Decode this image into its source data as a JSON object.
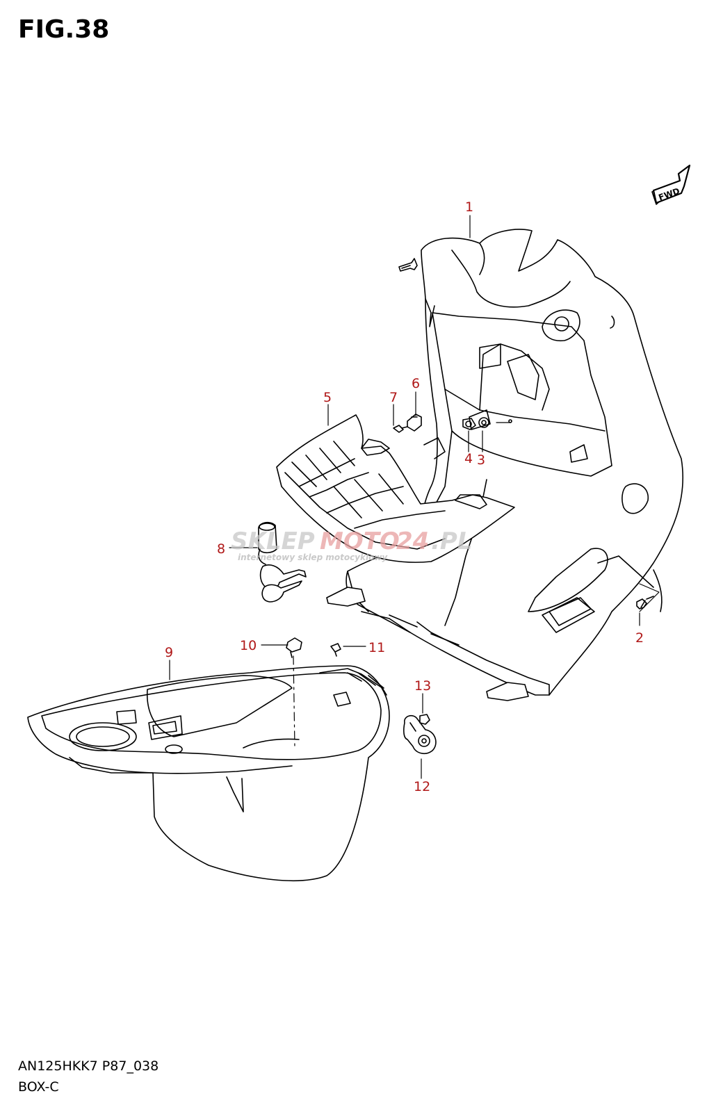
{
  "figure": {
    "title": "FIG.38"
  },
  "footer": {
    "model_code": "AN125HKK7 P87_038",
    "section_name": "BOX-C"
  },
  "direction_marker": {
    "label": "FWD"
  },
  "watermark": {
    "brand_a": "SKLEP",
    "brand_b": "MOTO",
    "brand_c": "24",
    "brand_d": ".PL",
    "tagline": "internetowy sklep motocyklowy"
  },
  "colors": {
    "callout": "#b01818",
    "line": "#000000",
    "watermark": "#c8c8c8",
    "watermark_accent": "#e8a0a0"
  },
  "callouts": [
    {
      "id": "1",
      "label": "1"
    },
    {
      "id": "2",
      "label": "2"
    },
    {
      "id": "3",
      "label": "3"
    },
    {
      "id": "4",
      "label": "4"
    },
    {
      "id": "5",
      "label": "5"
    },
    {
      "id": "6",
      "label": "6"
    },
    {
      "id": "7",
      "label": "7"
    },
    {
      "id": "8",
      "label": "8"
    },
    {
      "id": "9",
      "label": "9"
    },
    {
      "id": "10",
      "label": "10"
    },
    {
      "id": "11",
      "label": "11"
    },
    {
      "id": "12",
      "label": "12"
    },
    {
      "id": "13",
      "label": "13"
    }
  ]
}
